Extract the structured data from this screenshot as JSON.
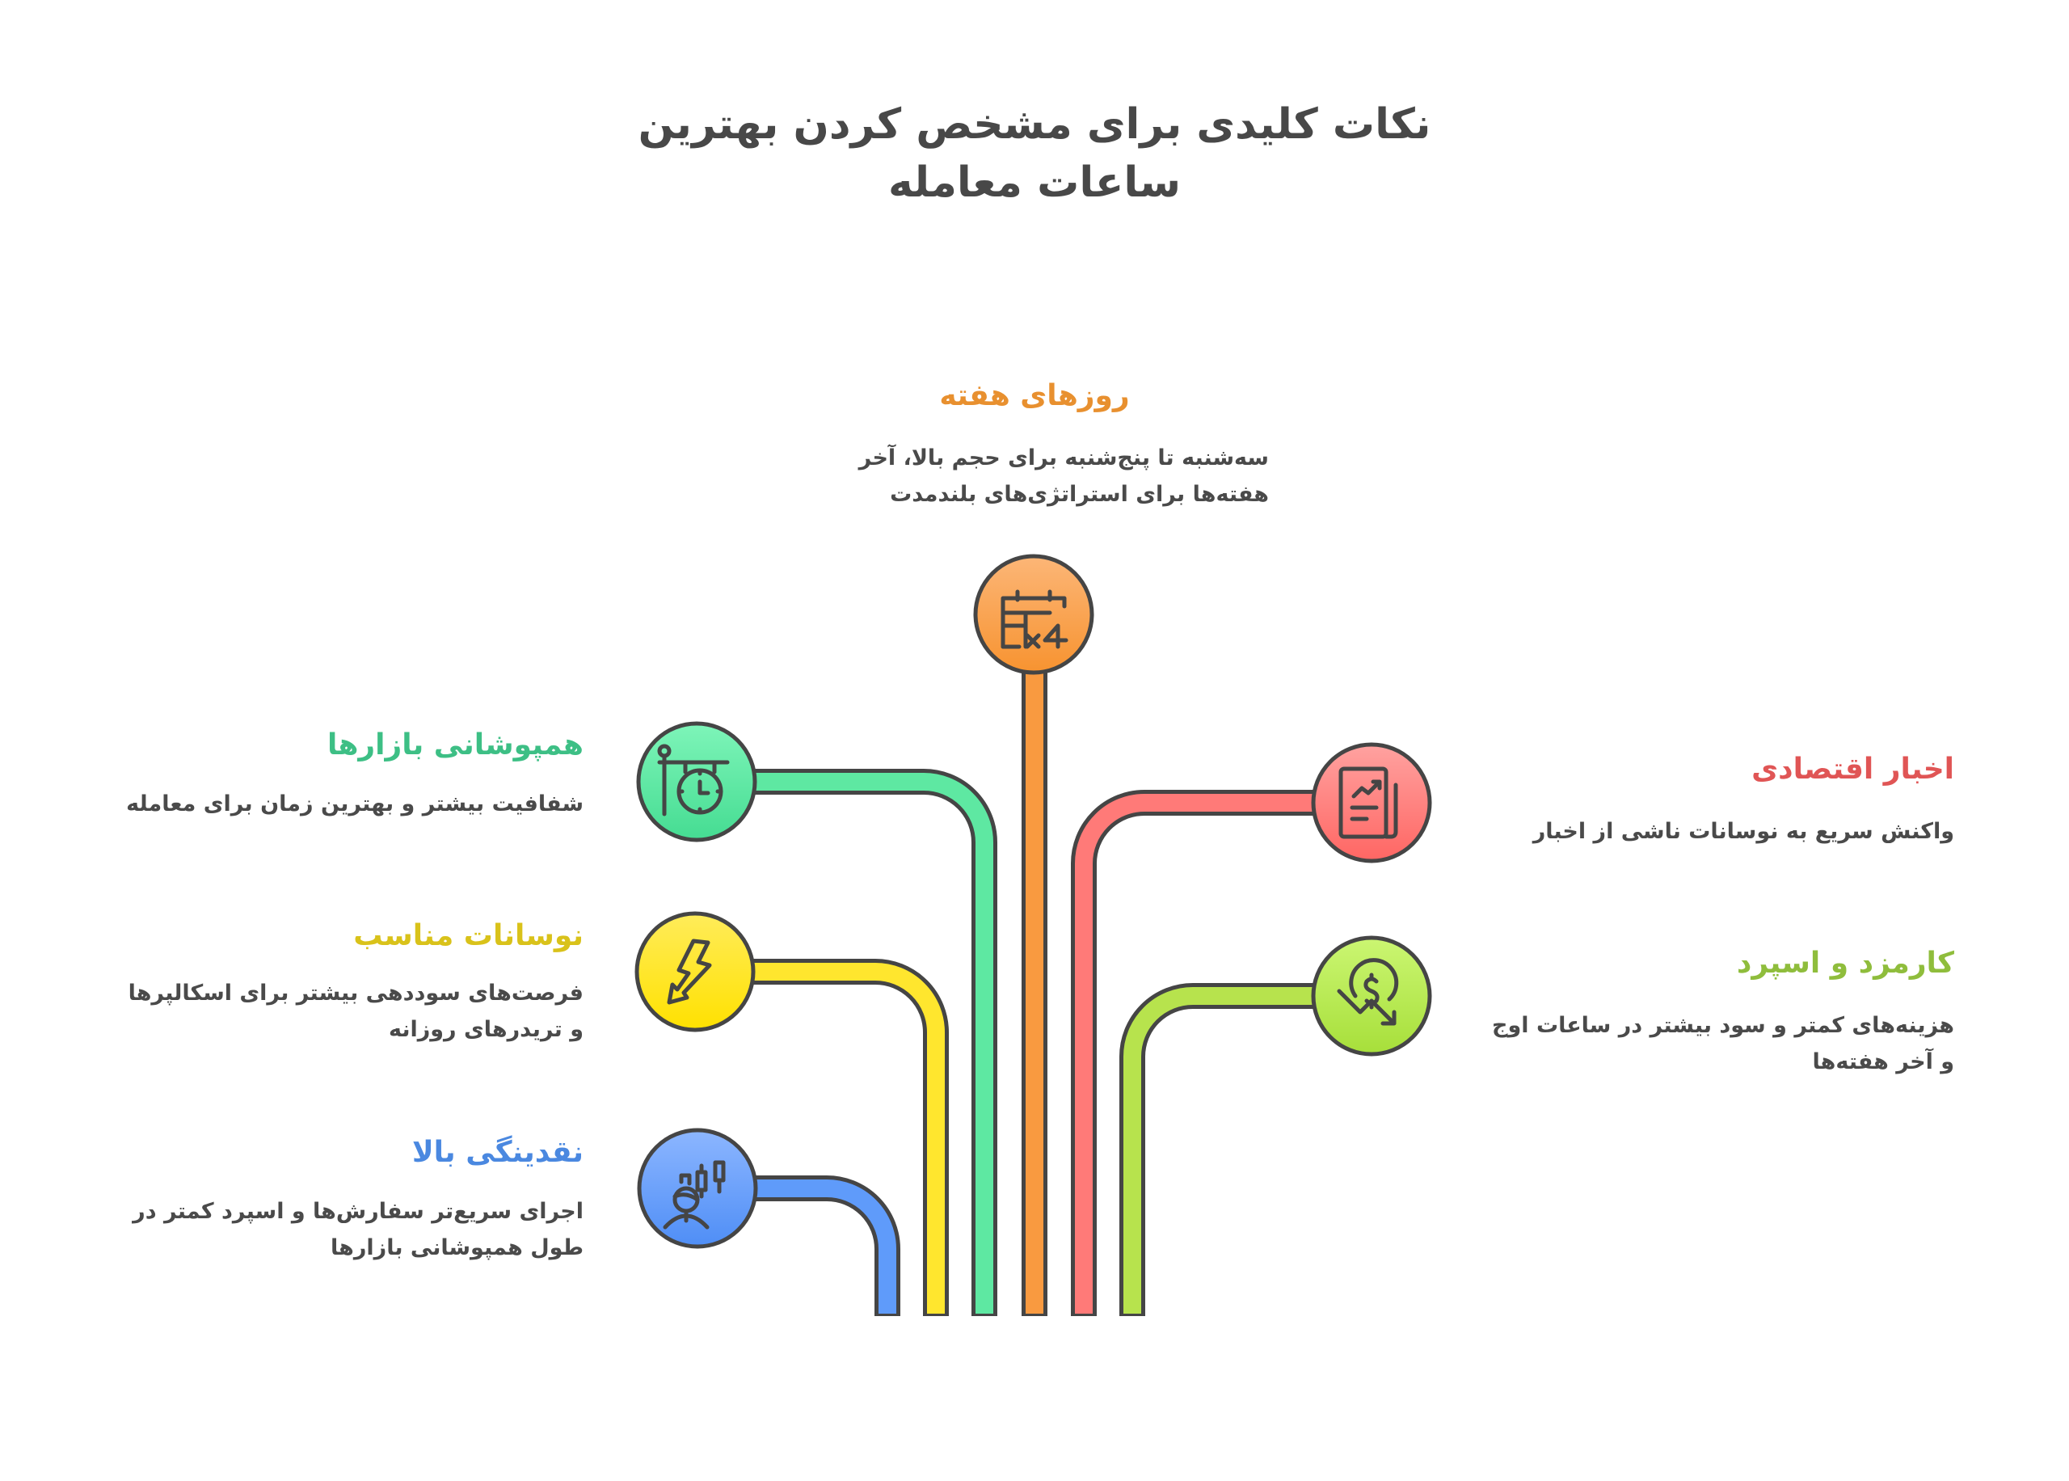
{
  "title": {
    "line1": "نکات کلیدی برای مشخص کردن بهترین",
    "line2": "ساعات معامله"
  },
  "items": [
    {
      "id": "weekdays",
      "heading": "روزهای هفته",
      "description": "سه‌شنبه تا پنج‌شنبه برای حجم بالا، آخر هفته‌ها برای استراتژی‌های بلندمدت",
      "color": "#e8902f",
      "fill": "#f9a14c",
      "icon": "calendar-x4-icon",
      "position": "top"
    },
    {
      "id": "market-overlap",
      "heading": "همپوشانی بازارها",
      "description": "شفافیت بیشتر و بهترین زمان برای معامله",
      "color": "#3dbf85",
      "fill": "#5ee8a2",
      "icon": "hanging-clock-icon",
      "position": "left"
    },
    {
      "id": "volatility",
      "heading": "نوسانات مناسب",
      "description": "فرصت‌های سوددهی بیشتر برای اسکالپرها و تریدرهای روزانه",
      "color": "#d9c21a",
      "fill": "#ffe62e",
      "icon": "lightning-arrow-icon",
      "position": "left"
    },
    {
      "id": "liquidity",
      "heading": "نقدینگی بالا",
      "description": "اجرای سریع‌تر سفارش‌ها و اسپرد کمتر در طول همپوشانی بازارها",
      "color": "#4a88e0",
      "fill": "#5f9bfa",
      "icon": "trader-candlestick-icon",
      "position": "left"
    },
    {
      "id": "economic-news",
      "heading": "اخبار اقتصادی",
      "description": "واکنش سریع به نوسانات ناشی از اخبار",
      "color": "#e05555",
      "fill": "#ff7a78",
      "icon": "news-chart-icon",
      "position": "right"
    },
    {
      "id": "fees-spread",
      "heading": "کارمزد و اسپرد",
      "description": "هزینه‌های کمتر و سود بیشتر در ساعات اوج و آخر هفته‌ها",
      "color": "#8fbd3c",
      "fill": "#b7e34d",
      "icon": "dollar-decline-icon",
      "position": "right"
    }
  ],
  "style": {
    "outline": "#454545",
    "text": "#4a4a4a",
    "background": "#ffffff"
  }
}
